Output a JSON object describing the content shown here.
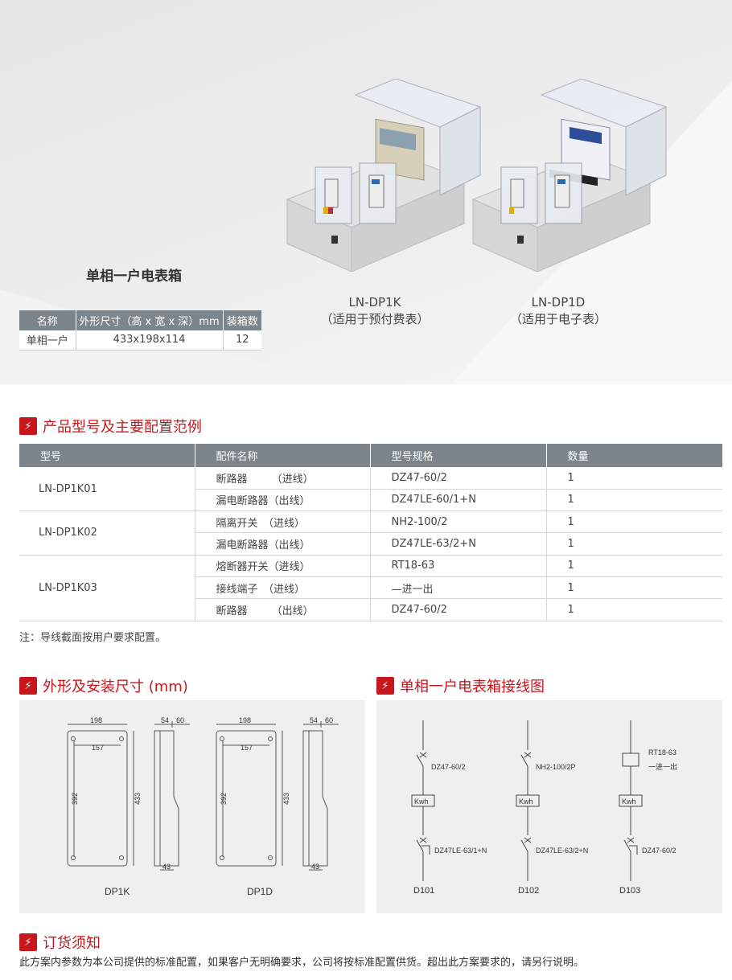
{
  "hero": {
    "product_title": "单相一户电表箱",
    "spec_table": {
      "headers": [
        "名称",
        "外形尺寸（高 x 宽 x 深）mm",
        "装箱数"
      ],
      "row": [
        "单相一户",
        "433x198x114",
        "12"
      ]
    },
    "models": [
      {
        "name": "LN-DP1K",
        "usage": "（适用于预付费表）"
      },
      {
        "name": "LN-DP1D",
        "usage": "（适用于电子表）"
      }
    ]
  },
  "config_section": {
    "title": "产品型号及主要配置范例",
    "headers": [
      "型号",
      "配件名称",
      "型号规格",
      "数量"
    ],
    "groups": [
      {
        "model": "LN-DP1K01",
        "rows": [
          {
            "part": "断路器　　 （进线）",
            "spec": "DZ47-60/2",
            "qty": "1"
          },
          {
            "part": "漏电断路器（出线）",
            "spec": "DZ47LE-60/1+N",
            "qty": "1"
          }
        ]
      },
      {
        "model": "LN-DP1K02",
        "rows": [
          {
            "part": "隔离开关　（进线）",
            "spec": "NH2-100/2",
            "qty": "1"
          },
          {
            "part": "漏电断路器（出线）",
            "spec": "DZ47LE-63/2+N",
            "qty": "1"
          }
        ]
      },
      {
        "model": "LN-DP1K03",
        "rows": [
          {
            "part": "熔断器开关（进线）",
            "spec": "RT18-63",
            "qty": "1"
          },
          {
            "part": "接线端子　（进线）",
            "spec": "—进一出",
            "qty": "1"
          },
          {
            "part": "断路器　　 （出线）",
            "spec": "DZ47-60/2",
            "qty": "1"
          }
        ]
      }
    ],
    "note": "注：导线截面按用户要求配置。"
  },
  "dimension_section": {
    "title": "外形及安装尺寸 (mm)",
    "dims": {
      "width": "198",
      "hole_spacing_w": "157",
      "hole_spacing_h": "392",
      "height": "433",
      "depth_a": "54",
      "depth_b": "60",
      "bottom": "43"
    },
    "captions": [
      "DP1K",
      "DP1D"
    ]
  },
  "wiring_section": {
    "title": "单相一户电表箱接线图",
    "circuits": [
      {
        "top": "DZ47-60/2",
        "meter": "Kwh",
        "bottom": "DZ47LE-63/1+N",
        "label": "D101"
      },
      {
        "top": "NH2-100/2P",
        "meter": "Kwh",
        "bottom": "DZ47LE-63/2+N",
        "label": "D102"
      },
      {
        "top": "RT18-63",
        "top2": "一进一出",
        "meter": "Kwh",
        "bottom": "DZ47-60/2",
        "label": "D103"
      }
    ]
  },
  "order_section": {
    "title": "订货须知",
    "text": "此方案内参数为本公司提供的标准配置，如果客户无明确要求，公司将按标准配置供货。超出此方案要求的，请另行说明。"
  },
  "colors": {
    "accent": "#c8161d",
    "header_gray": "#7d858c",
    "panel_bg": "#efefef"
  }
}
